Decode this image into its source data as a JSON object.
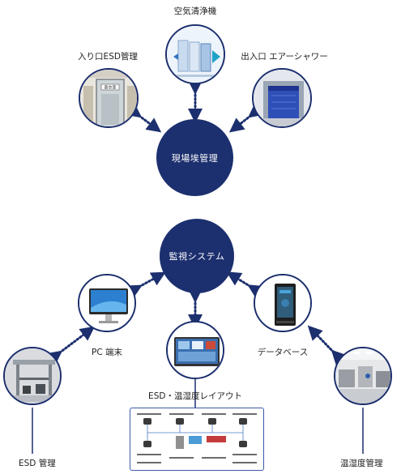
{
  "hubs": {
    "site_management": "現場埃管理",
    "monitoring_system": "監視システム"
  },
  "top_nodes": {
    "air_purifier": "空気清浄機",
    "entrance_esd": "入り口ESD管理",
    "air_shower": "出入口 エアーシャワー",
    "sign_text": "更衣室"
  },
  "bottom_nodes": {
    "pc_terminal": "PC 端末",
    "database": "データベース",
    "layout_display": "ESD・温湿度レイアウト",
    "esd_management": "ESD 管理",
    "humidity_management": "温湿度管理"
  },
  "colors": {
    "hub": "#1c2f6e",
    "dots": "#1c2f6e"
  }
}
